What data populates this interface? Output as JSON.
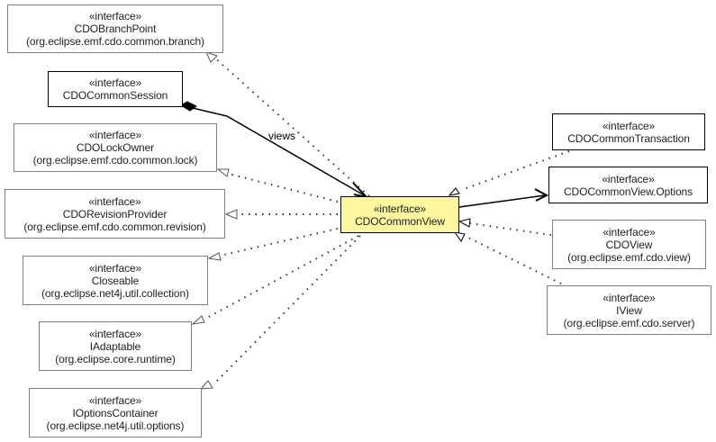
{
  "diagram": {
    "stereotype": "«interface»",
    "focus_color": "#fff7a0",
    "nodes": [
      {
        "id": "cdobranchpoint",
        "name": "CDOBranchPoint",
        "package": "(org.eclipse.emf.cdo.common.branch)"
      },
      {
        "id": "cdocommonsession",
        "name": "CDOCommonSession",
        "package": ""
      },
      {
        "id": "cdolockowner",
        "name": "CDOLockOwner",
        "package": "(org.eclipse.emf.cdo.common.lock)"
      },
      {
        "id": "cdorevisionprovider",
        "name": "CDORevisionProvider",
        "package": "(org.eclipse.emf.cdo.common.revision)"
      },
      {
        "id": "closeable",
        "name": "Closeable",
        "package": "(org.eclipse.net4j.util.collection)"
      },
      {
        "id": "iadaptable",
        "name": "IAdaptable",
        "package": "(org.eclipse.core.runtime)"
      },
      {
        "id": "ioptionscontainer",
        "name": "IOptionsContainer",
        "package": "(org.eclipse.net4j.util.options)"
      },
      {
        "id": "cdocommonview",
        "name": "CDOCommonView",
        "package": ""
      },
      {
        "id": "cdocommontransaction",
        "name": "CDOCommonTransaction",
        "package": ""
      },
      {
        "id": "cdocommonviewoptions",
        "name": "CDOCommonView.Options",
        "package": ""
      },
      {
        "id": "cdoview",
        "name": "CDOView",
        "package": "(org.eclipse.emf.cdo.view)"
      },
      {
        "id": "iview",
        "name": "IView",
        "package": "(org.eclipse.emf.cdo.server)"
      }
    ],
    "edges": [
      {
        "from": "cdocommonview",
        "to": "cdobranchpoint",
        "type": "realization"
      },
      {
        "from": "cdocommonsession",
        "to": "cdocommonview",
        "type": "composition",
        "label": "views"
      },
      {
        "from": "cdocommonview",
        "to": "cdolockowner",
        "type": "realization"
      },
      {
        "from": "cdocommonview",
        "to": "cdorevisionprovider",
        "type": "realization"
      },
      {
        "from": "cdocommonview",
        "to": "closeable",
        "type": "realization"
      },
      {
        "from": "cdocommonview",
        "to": "iadaptable",
        "type": "realization"
      },
      {
        "from": "cdocommonview",
        "to": "ioptionscontainer",
        "type": "realization"
      },
      {
        "from": "cdocommontransaction",
        "to": "cdocommonview",
        "type": "realization"
      },
      {
        "from": "cdocommonview",
        "to": "cdocommonviewoptions",
        "type": "association"
      },
      {
        "from": "cdoview",
        "to": "cdocommonview",
        "type": "realization"
      },
      {
        "from": "iview",
        "to": "cdocommonview",
        "type": "realization"
      }
    ],
    "edge_label_views": "views"
  }
}
